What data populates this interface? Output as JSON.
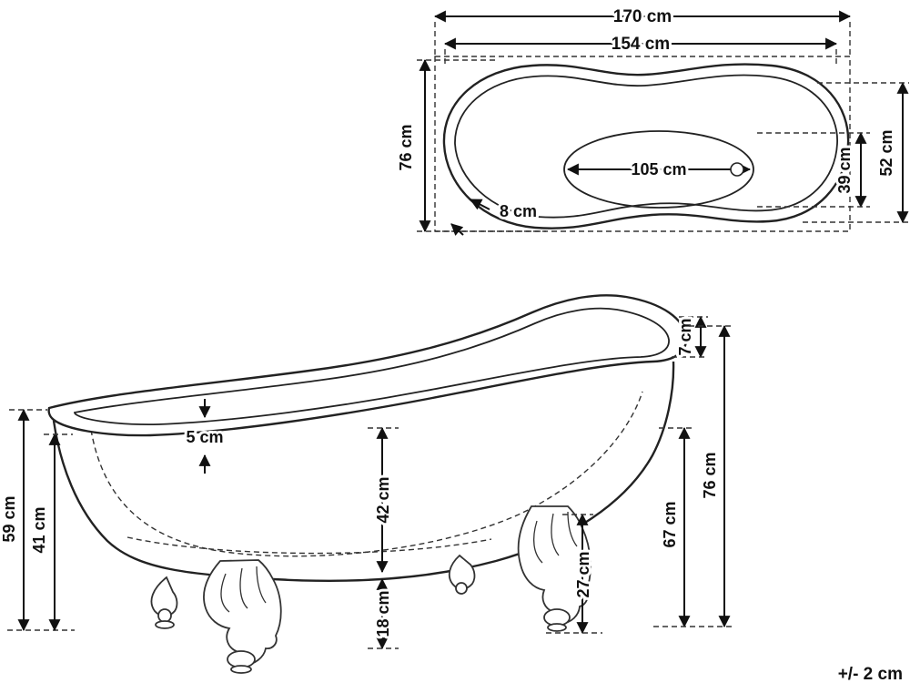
{
  "figure": {
    "tolerance_note": "+/- 2 cm"
  },
  "top_view": {
    "overall_length": "170 cm",
    "rim_length": "154 cm",
    "basin_length": "105 cm",
    "overall_width": "76 cm",
    "rim_width": "52 cm",
    "basin_width": "39 cm",
    "wall_thickness": "8 cm"
  },
  "side_view": {
    "rim_band_height": "7 cm",
    "rim_lip_thickness": "5 cm",
    "basin_depth": "42 cm",
    "underbody_clearance": "18 cm",
    "leg_height": "27 cm",
    "side_wall_height": "67 cm",
    "overall_height": "76 cm",
    "front_overall_height": "59 cm",
    "front_rim_height": "41 cm"
  }
}
